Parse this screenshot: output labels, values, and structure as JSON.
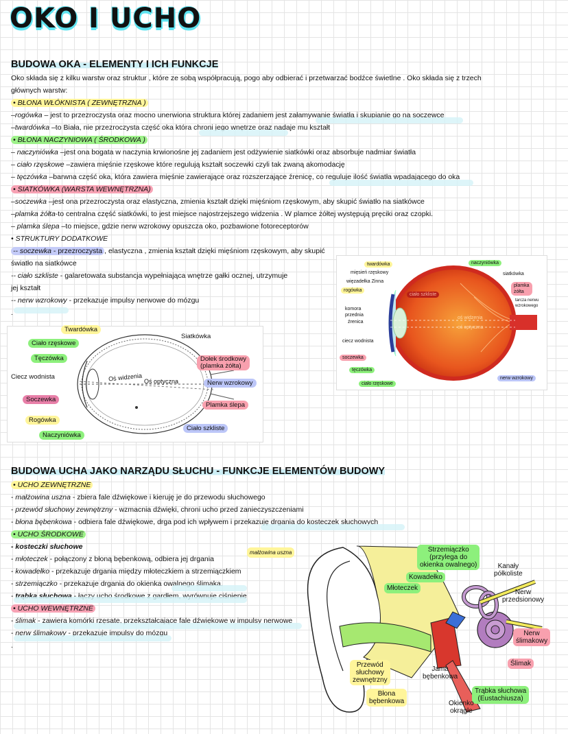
{
  "title": "OKO I UCHO",
  "eye_section": {
    "heading": "BUDOWA OKA - ELEMENTY I ICH FUNKCJE",
    "intro1": "Oko składa się z kilku warstw oraz struktur , które ze sobą współpracują, pogo aby odbierać i przetwarzać bodźce świetlne . Oko składa się z trzech",
    "intro2": "głównych warstw:",
    "l1": "• BŁONA WŁÓKNISTA ( ZEWNĘTRZNA )",
    "l2a": "rogówka",
    "l2b": " – jest to przezroczysta oraz mocno unerwiona struktura której zadaniem jest załamywanie światła i skupianie go na soczewce",
    "l3a": "twardówka",
    "l3b": " –to Biała, nie przezroczysta część oka która chroni jego wnętrze oraz nadaje mu kształt",
    "l4": "• BŁONA NACZYNIOWA ( ŚRODKOWA )",
    "l5a": "naczyniówka",
    "l5b": " –jest ona bogata w naczynia krwionośne jej zadaniem jest odżywienie siatkówki oraz absorbuje nadmiar światła",
    "l6a": "ciało rzęskowe",
    "l6b": " –zawiera mięśnie rzęskowe które regulują kształt soczewki czyli tak zwaną akomodację",
    "l7a": "tęczówka",
    "l7b": " –barwna część oka, która zawiera mięśnie zawierające oraz rozszerzające źrenicę, co reguluje ilość światła wpadającego do oka",
    "l8": "• SIATKÓWKA (WARSTA WEWNĘTRZNA)",
    "l9a": "soczewka",
    "l9b": " –jest ona przezroczysta oraz elastyczna, zmienia kształt dzięki mięśniom rzęskowym, aby skupić światło na siatkówce",
    "l10a": "plamka żółta",
    "l10b": "-to centralna część siatkówki, to jest miejsce najostrzejszego widzenia . W plamce żółtej występują pręciki oraz czopki.",
    "l11a": "plamka ślepa",
    "l11b": " –to miejsce, gdzie nerw wzrokowy opuszcza oko, pozbawione fotoreceptorów",
    "l12": "• STRUKTURY DODATKOWE",
    "l13a": "-- soczewka",
    "l13b": " - przezroczysta",
    "l13c": ", elastyczna , zmienia kształt dzięki mięśniom rzęskowym, aby skupić",
    "l14": "światło na siatkówce",
    "l15a": "-- ciało szkliste",
    "l15b": " - galaretowata substancja wypełniająca wnętrze gałki ocznej, utrzymuje",
    "l16": "jej kształt",
    "l17a": "-- nerw wzrokowy",
    "l17b": " - przekazuje impulsy nerwowe do mózgu",
    "l18": "."
  },
  "eye_diagram1": {
    "labels": {
      "twardowka": "Twardówka",
      "cialo_rzeskowe": "Ciało rzęskowe",
      "teczowka": "Tęczówka",
      "ciecz": "Ciecz wodnista",
      "soczewka": "Soczewka",
      "rogowka": "Rogówka",
      "naczyniowka": "Naczyniówka",
      "siatkowka": "Siatkówka",
      "dolek": "Dołek środkowy",
      "dolek2": "(plamka żółta)",
      "nerw": "Nerw wzrokowy",
      "plamka": "Plamka ślepa",
      "cialo_szkliste": "Ciało szkliste",
      "os_widzenia": "Oś widzenia",
      "os_optyczna": "Oś optyczna"
    }
  },
  "eye_diagram2": {
    "labels": {
      "twardowka": "twardówka",
      "miesien": "mięsień rzęskowy",
      "wiezadelka": "więzadełka Zinna",
      "rogowka": "rogówka",
      "komora": "komora",
      "przednia": "przednia",
      "zrenica": "źrenica",
      "ciecz": "ciecz wodnista",
      "soczewka": "soczewka",
      "teczowka": "tęczówka",
      "cialo": "ciało rzęskowe",
      "naczyniowka": "naczyniówka",
      "siatkowka": "siatkówka",
      "plamka": "plamka",
      "zolta": "żółta",
      "tarcza": "tarcza nerwu",
      "wzrokowego": "wzrokowego",
      "nerw": "nerw wzrokowy",
      "cialo_szkliste": "ciało szkliste",
      "os_widzenia": "oś widzenia",
      "os_optyczna": "oś optyczna"
    }
  },
  "ear_section": {
    "heading": "BUDOWA UCHA JAKO NARZĄDU SŁUCHU - FUNKCJE ELEMENTÓW BUDOWY",
    "e1": "• UCHO ZEWNĘTRZNE",
    "e2a": "małżowina uszna",
    "e2b": " - zbiera fale dźwiękowe i kieruję je do przewodu słuchowego",
    "e3a": "przewód słuchowy zewnętrzny",
    "e3b": " - wzmacnia dźwięki, chroni ucho przed zanieczyszczeniami",
    "e4a": "błona bębenkowa",
    "e4b": " - odbiera fale dźwiękowe, drga pod ich wpływem i przekazuję drgania do kosteczek słuchowych",
    "e5": "• UCHO ŚRODKOWE",
    "e6": "- kosteczki słuchowe",
    "e7a": "młoteczek",
    "e7b": " - połączony z błoną bębenkową, odbiera jej drgania",
    "e8a": "kowadełko",
    "e8b": " - przekazuje drgania między młoteczkiem a strzemiączkiem",
    "e9a": "strzemiączko",
    "e9b": " - przekazuje drgania do okienka owalnego ślimaka.",
    "e10a": "trąbka słuchowa",
    "e10b": " - łączy ucho środkowe z gardłem, wyrównuje ciśnienie",
    "e11": "• UCHO WEWNĘTRZNE",
    "e12a": "ślimak",
    "e12b": " - zawiera komórki rzęsate, przekształcające fale dźwiękowe w impulsy nerwowe",
    "e13a": "nerw ślimakowy",
    "e13b": " - przekazuje impulsy do mózgu",
    "e14": "."
  },
  "ear_diagram": {
    "malzowina": "małżowina uszna",
    "strzemiaczko": "Strzemiączko",
    "strzemiaczko2": "(przylega do",
    "strzemiaczko3": "okienka owalnego)",
    "kowadelko": "Kowadełko",
    "kanaly": "Kanały",
    "kanaly2": "półkoliste",
    "mloteczek": "Młoteczek",
    "nerw_przed": "Nerw",
    "nerw_przed2": "przedsionowy",
    "nerw_slim": "Nerw",
    "nerw_slim2": "ślimakowy",
    "slimak": "Ślimak",
    "przewod": "Przewód",
    "przewod2": "słuchowy",
    "przewod3": "zewnętrzny",
    "jama": "Jama",
    "jama2": "bębenkowa",
    "blona": "Błona",
    "blona2": "bębenkowa",
    "trabka": "Trąbka słuchowa",
    "trabka2": "(Eustachiusza)",
    "okienko": "Okienko",
    "okienko2": "okrągłe"
  }
}
